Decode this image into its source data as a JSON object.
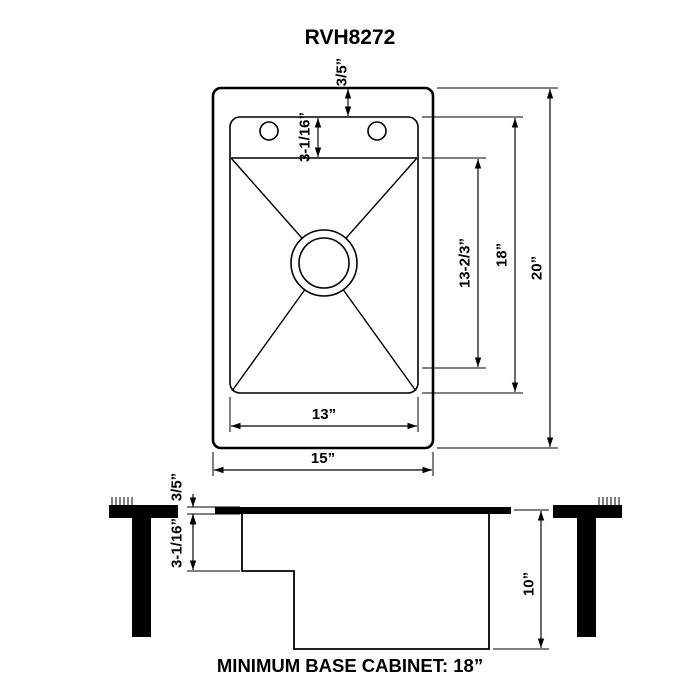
{
  "title": "RVH8272",
  "footer": "MINIMUM BASE CABINET: 18”",
  "top_view": {
    "rim_width": "3/5”",
    "faucet_offset": "3-1/16”",
    "bowl_length": "13-2/3”",
    "inner_length": "18”",
    "outer_length": "20”",
    "bowl_width": "13”",
    "outer_width": "15”"
  },
  "side_view": {
    "rim_thickness": "3/5”",
    "step_depth": "3-1/16”",
    "bowl_depth": "10”"
  }
}
